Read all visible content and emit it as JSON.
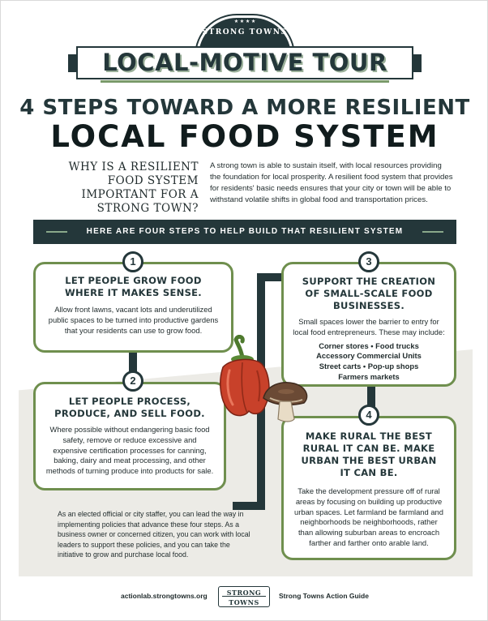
{
  "header": {
    "badge": "STRONG TOWNS",
    "badge_stars": "★ ★ ★ ★",
    "tour_title": "LOCAL-MOTIVE TOUR",
    "headline_line1": "4 STEPS TOWARD A MORE RESILIENT",
    "headline_line2": "LOCAL FOOD SYSTEM"
  },
  "intro": {
    "question": "WHY IS A RESILIENT FOOD SYSTEM IMPORTANT FOR A STRONG TOWN?",
    "answer": "A strong town is able to sustain itself, with local resources providing the foundation for local prosperity.  A resilient food system that provides for residents' basic needs ensures that your city or town will be able to withstand volatile shifts in global food and transportation prices."
  },
  "banner": "HERE ARE FOUR STEPS TO HELP BUILD THAT RESILIENT SYSTEM",
  "steps": [
    {
      "number": "1",
      "title": "LET PEOPLE GROW FOOD WHERE IT MAKES SENSE.",
      "body": "Allow front lawns, vacant lots and underutilized public spaces to be turned into productive gardens that your residents can use to grow food."
    },
    {
      "number": "2",
      "title": "LET PEOPLE PROCESS, PRODUCE, AND SELL FOOD.",
      "body": "Where possible without endangering basic food safety, remove or reduce excessive and expensive certification processes for canning, baking, dairy and meat processing, and other methods of turning produce into products for sale."
    },
    {
      "number": "3",
      "title": "SUPPORT THE CREATION OF SMALL-SCALE FOOD BUSINESSES.",
      "body": "Small spaces lower the barrier to entry for local food entrepreneurs. These may include:",
      "list": [
        "Corner stores  •  Food trucks",
        "Accessory Commercial Units",
        "Street carts  •  Pop-up shops",
        "Farmers markets"
      ]
    },
    {
      "number": "4",
      "title": "MAKE RURAL THE BEST RURAL IT CAN BE. MAKE URBAN THE BEST URBAN IT CAN BE.",
      "body": "Take the development pressure off of rural areas by focusing on building up productive urban spaces. Let farmland be farmland and neighborhoods be neighborhoods, rather than allowing suburban areas to encroach farther and farther onto arable land."
    }
  ],
  "closing": "As an elected official or city staffer, you can lead the way in implementing policies that advance these four steps. As a business owner or concerned citizen, you can work with local leaders to support these policies, and you can take the initiative to grow and purchase local food.",
  "footer": {
    "url": "actionlab.strongtowns.org",
    "logo_line1": "STRONG",
    "logo_line2": "TOWNS",
    "guide": "Strong Towns Action Guide"
  },
  "colors": {
    "dark": "#24373a",
    "green": "#6f8f4e",
    "pepper": "#c8412a",
    "mushroom": "#6b4a35"
  }
}
